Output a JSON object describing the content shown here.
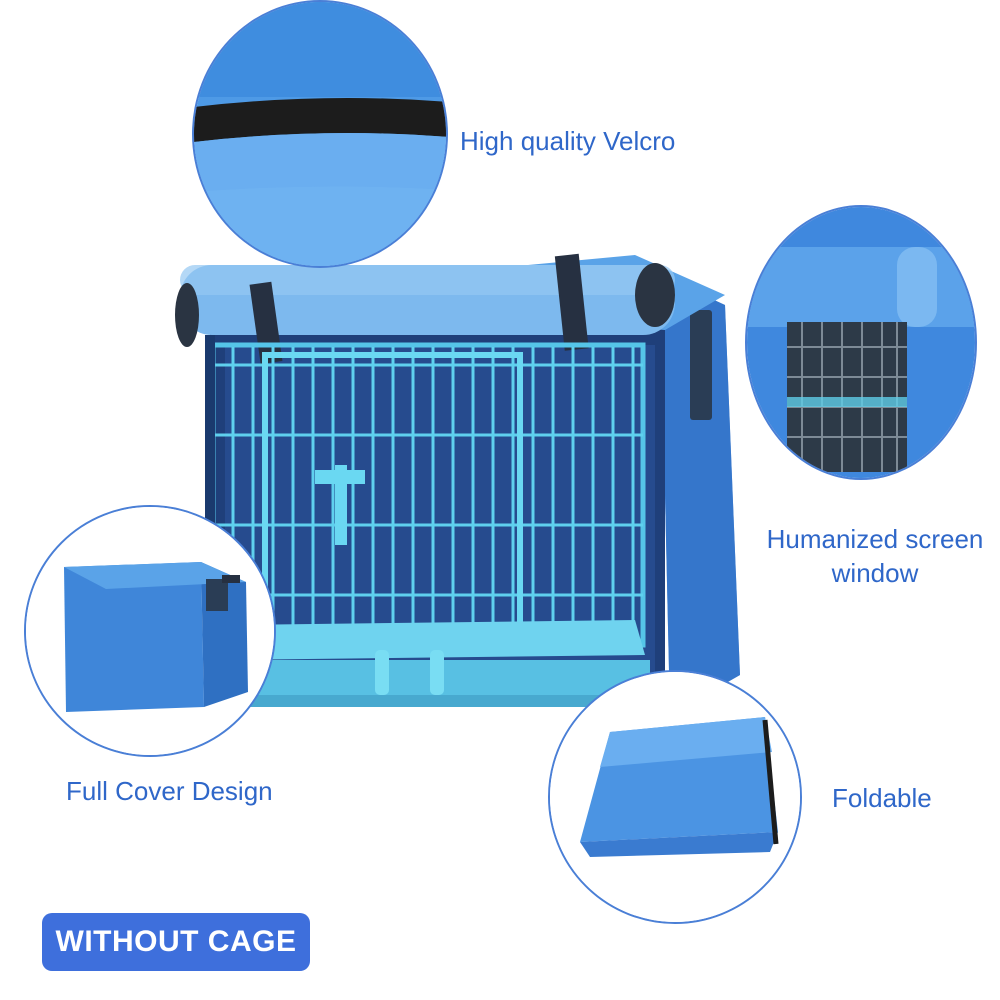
{
  "features": {
    "velcro": "High quality Velcro",
    "screen_window_line1": "Humanized screen",
    "screen_window_line2": "window",
    "full_cover": "Full Cover Design",
    "foldable": "Foldable"
  },
  "badge": {
    "text": "WITHOUT CAGE"
  },
  "colors": {
    "label": "#2f67c9",
    "badge": "#3e6fdc",
    "fabric": "#3f86d9",
    "cage_wire": "#4fc4e6"
  },
  "icons": [
    "velcro-closeup",
    "screen-window-closeup",
    "folded-cover-closeup",
    "covered-crate"
  ]
}
